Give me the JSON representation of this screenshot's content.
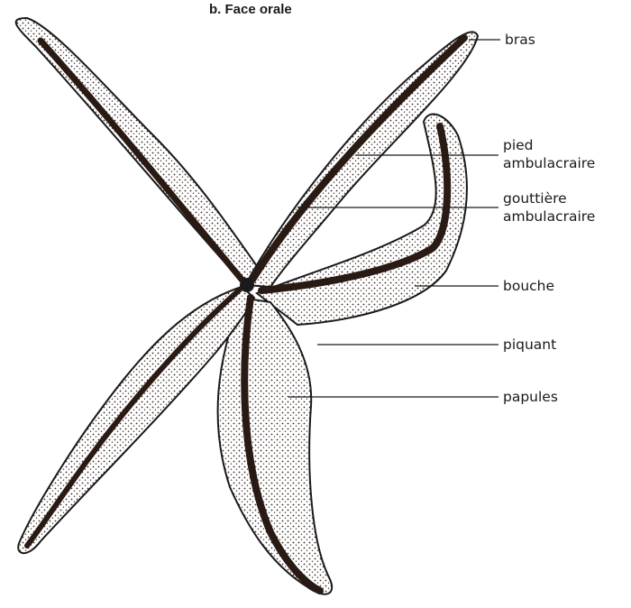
{
  "title": "b. Face orale",
  "labels": {
    "bras": "bras",
    "pied": "pied ambulacraire",
    "gouttiere": "gouttière ambulacraire",
    "bouche": "bouche",
    "piquant": "piquant",
    "papules": "papules"
  },
  "colors": {
    "ink": "#1a1a1a",
    "stipple": "#3a2a22",
    "groove": "#2a1a14",
    "background": "#ffffff"
  }
}
